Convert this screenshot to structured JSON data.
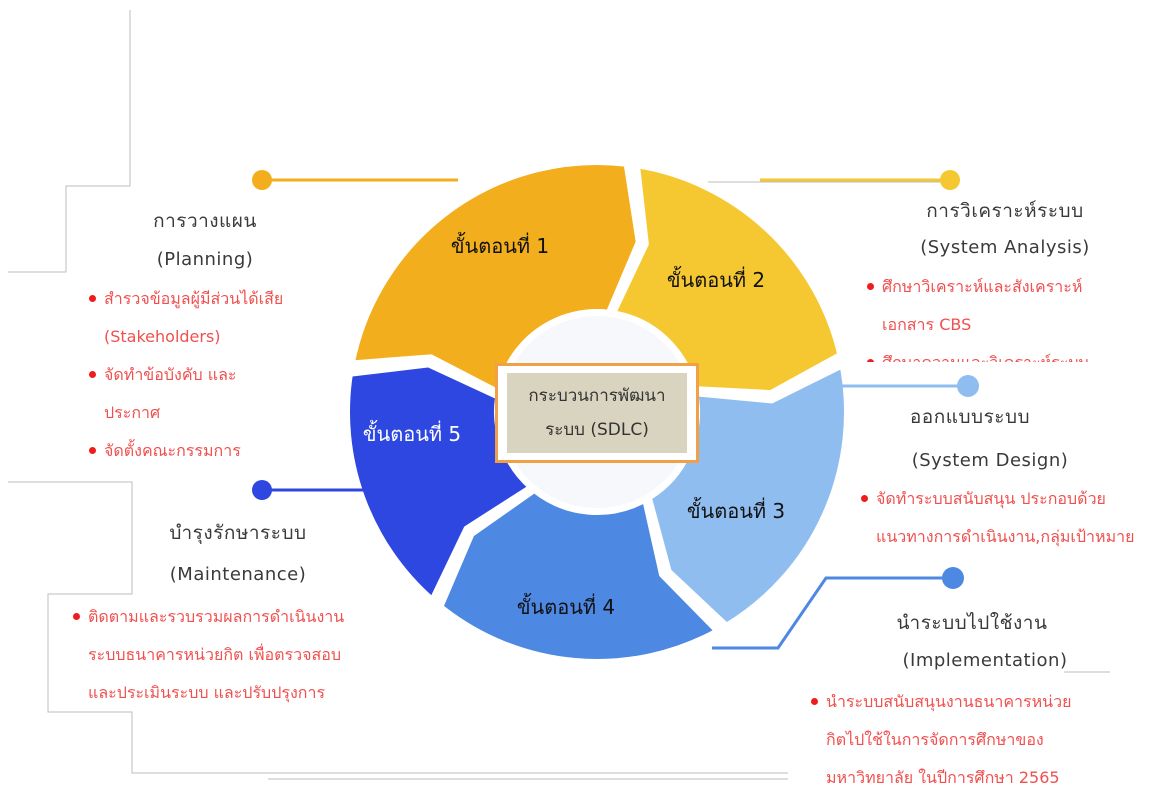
{
  "center": {
    "line1": "กระบวนการพัฒนา",
    "line2": "ระบบ (SDLC)"
  },
  "segments": [
    {
      "label": "ขั้นตอนที่ 1",
      "color": "#f2ae1c"
    },
    {
      "label": "ขั้นตอนที่ 2",
      "color": "#f5c832"
    },
    {
      "label": "ขั้นตอนที่ 3",
      "color": "#8fbdf0"
    },
    {
      "label": "ขั้นตอนที่ 4",
      "color": "#4d88e2"
    },
    {
      "label": "ขั้นตอนที่ 5",
      "color": "#2d47e0"
    }
  ],
  "stages": [
    {
      "title": "การวางแผน",
      "subtitle": "(Planning)",
      "dot_color": "#f2ae1c",
      "bullets": [
        [
          "สำรวจข้อมูลผู้มีส่วนได้เสีย",
          "(Stakeholders)"
        ],
        [
          "จัดทำข้อบังคับ และ",
          "ประกาศ"
        ],
        [
          "จัดตั้งคณะกรรมการ"
        ]
      ]
    },
    {
      "title": "การวิเคราะห์ระบบ",
      "subtitle": "(System Analysis)",
      "dot_color": "#f5c832",
      "bullets": [
        [
          "ศึกษาวิเคราะห์และสังเคราะห์",
          "เอกสาร CBS"
        ],
        [
          "ศึกษาความและวิเคราะห์ระบบ"
        ]
      ]
    },
    {
      "title": "ออกแบบระบบ",
      "subtitle": "(System Design)",
      "dot_color": "#8fbdf0",
      "bullets": [
        [
          "จัดทำระบบสนับสนุน ประกอบด้วย",
          "แนวทางการดำเนินงาน,กลุ่มเป้าหมาย"
        ]
      ]
    },
    {
      "title": "นำระบบไปใช้งาน",
      "subtitle": "(Implementation)",
      "dot_color": "#4d88e2",
      "bullets": [
        [
          "นำระบบสนับสนุนงานธนาคารหน่วย",
          "กิตไปใช้ในการจัดการศึกษาของ",
          "มหาวิทยาลัย ในปีการศึกษา 2565"
        ]
      ]
    },
    {
      "title": "บำรุงรักษาระบบ",
      "subtitle": "(Maintenance)",
      "dot_color": "#2d47e0",
      "bullets": [
        [
          "ติดตามและรวบรวมผลการดำเนินงาน",
          "ระบบธนาคารหน่วยกิต เพื่อตรวจสอบ",
          "และประเมินระบบ และปรับปรุงการ"
        ]
      ]
    }
  ]
}
